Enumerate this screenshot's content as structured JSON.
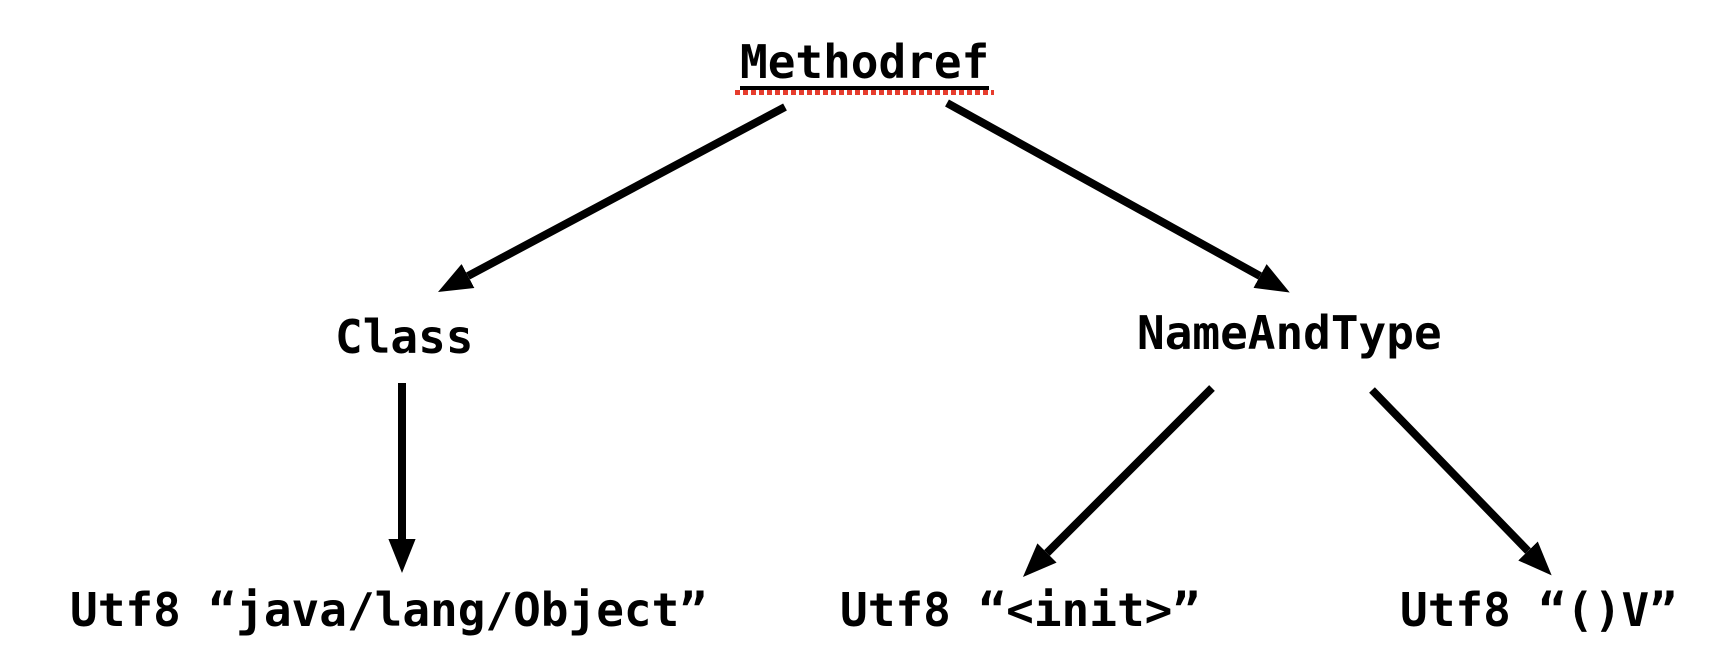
{
  "diagram": {
    "nodes": {
      "methodref": {
        "label": "Methodref"
      },
      "class": {
        "label": "Class"
      },
      "name_and_type": {
        "label": "NameAndType"
      },
      "utf8_object": {
        "label": "Utf8 “java/lang/Object”"
      },
      "utf8_init": {
        "label": "Utf8 “<init>”"
      },
      "utf8_void": {
        "label": "Utf8 “()V”"
      }
    },
    "edges": [
      {
        "from": "Methodref",
        "to": "Class"
      },
      {
        "from": "Methodref",
        "to": "NameAndType"
      },
      {
        "from": "Class",
        "to": "Utf8 “java/lang/Object”"
      },
      {
        "from": "NameAndType",
        "to": "Utf8 “<init>”"
      },
      {
        "from": "NameAndType",
        "to": "Utf8 “()V”"
      }
    ],
    "colors": {
      "text": "#000000",
      "spellcheck_underline": "#e63c2d"
    }
  }
}
